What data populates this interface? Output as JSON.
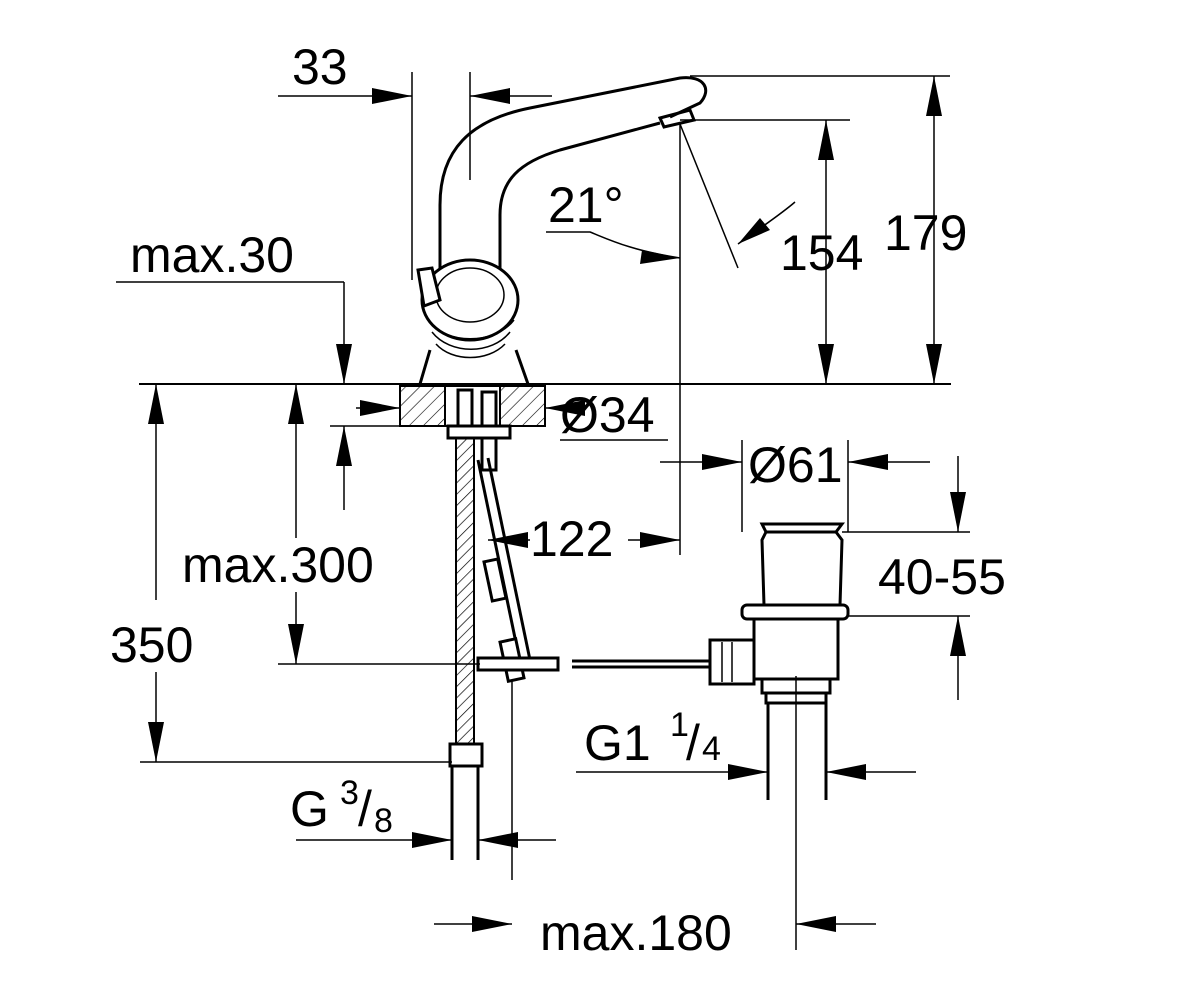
{
  "labels": {
    "spout_offset": "33",
    "angle": "21°",
    "max_deck_thickness": "max.30",
    "outlet_height": "154",
    "total_height": "179",
    "hole_diameter": "Ø34",
    "waste_diameter": "Ø61",
    "tail_length": "max.300",
    "projection": "122",
    "under_deck": "350",
    "waste_adjust": "40-55",
    "waste_thread_main": "G1",
    "waste_thread_num": "1",
    "waste_thread_den": "4",
    "supply_thread_main": "G",
    "supply_thread_num": "3",
    "supply_thread_den": "8",
    "pullrod_max": "max.180"
  }
}
